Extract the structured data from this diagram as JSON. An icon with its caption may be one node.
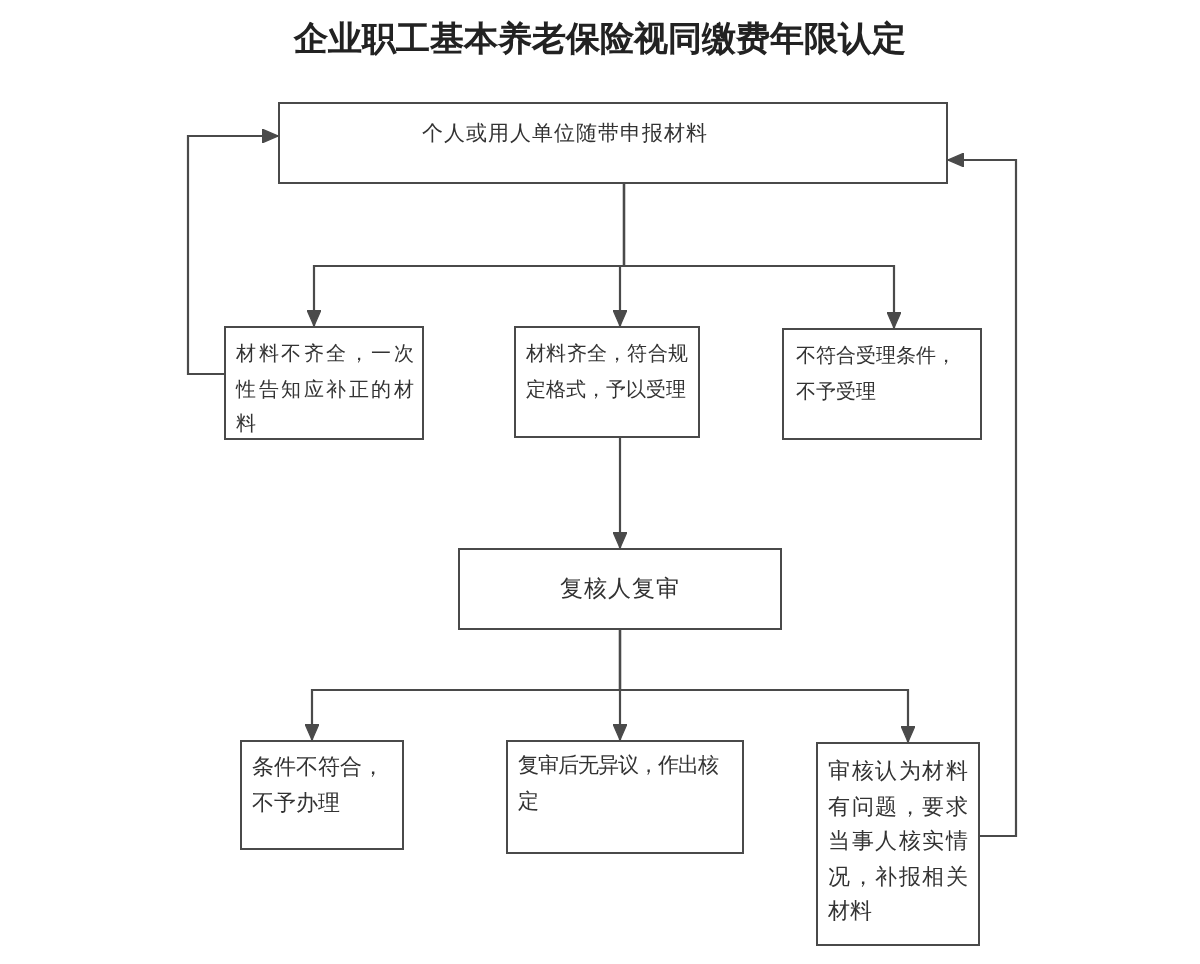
{
  "diagram": {
    "title": "企业职工基本养老保险视同缴费年限认定",
    "nodes": [
      {
        "text": [
          "个人或用人单位随带申报材料"
        ]
      },
      {
        "text": [
          "材料不齐全，一次性告知应补正的材料"
        ]
      },
      {
        "text": [
          "材料齐全，符合规定格式，予以受理"
        ]
      },
      {
        "text": [
          "不符合受理条件，不予受理"
        ]
      },
      {
        "text": [
          "复核人复审"
        ]
      },
      {
        "text": [
          "条件不符合，不予办理"
        ]
      },
      {
        "text": [
          "复审后无异议，作出核定"
        ]
      },
      {
        "text": [
          "审核认为材料有问题，要求当事人核实情况，补报相关材料"
        ]
      }
    ],
    "edges": [
      {
        "from": 0,
        "to": 1,
        "arrow": "to"
      },
      {
        "from": 0,
        "to": 2,
        "arrow": "to"
      },
      {
        "from": 0,
        "to": 3,
        "arrow": "to"
      },
      {
        "from": 1,
        "to": 0,
        "arrow": "to"
      },
      {
        "from": 2,
        "to": 4,
        "arrow": "to"
      },
      {
        "from": 4,
        "to": 5,
        "arrow": "to"
      },
      {
        "from": 4,
        "to": 6,
        "arrow": "to"
      },
      {
        "from": 4,
        "to": 7,
        "arrow": "to"
      },
      {
        "from": 7,
        "to": 0,
        "arrow": "to"
      }
    ]
  }
}
